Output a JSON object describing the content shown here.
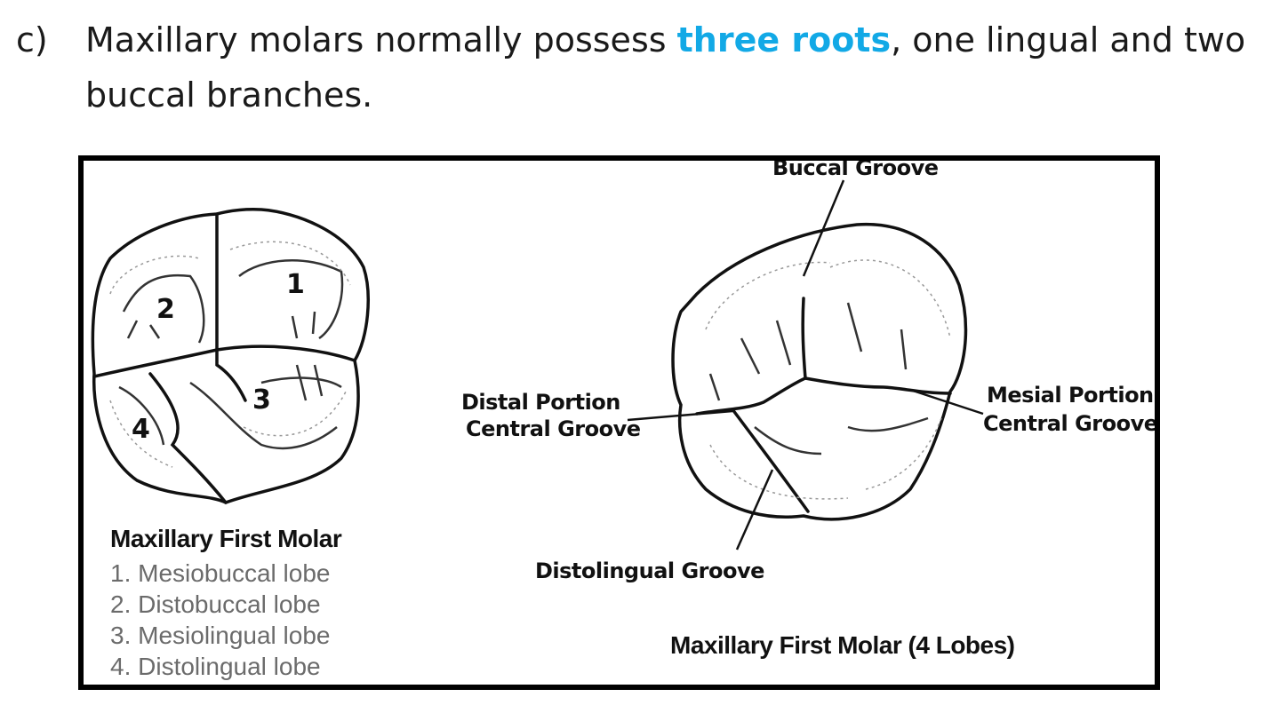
{
  "statement": {
    "marker": "c)",
    "text_before": "Maxillary molars normally possess ",
    "highlight": "three roots",
    "text_after": ", one lingual and two buccal branches.",
    "highlight_color": "#12a9e6"
  },
  "left_figure": {
    "lobe_numbers": [
      "1",
      "2",
      "3",
      "4"
    ],
    "title": "Maxillary First Molar",
    "lobes": [
      "1. Mesiobuccal lobe",
      "2. Distobuccal lobe",
      "3. Mesiolingual lobe",
      "4. Distolingual lobe"
    ]
  },
  "right_figure": {
    "labels": {
      "buccal_groove": "Buccal Groove",
      "distal_portion_line1": "Distal Portion",
      "distal_portion_line2": "Central Groove",
      "mesial_portion_line1": "Mesial Portion",
      "mesial_portion_line2": "Central Groove",
      "distolingual_groove": "Distolingual Groove"
    },
    "caption": "Maxillary First Molar (4 Lobes)"
  }
}
